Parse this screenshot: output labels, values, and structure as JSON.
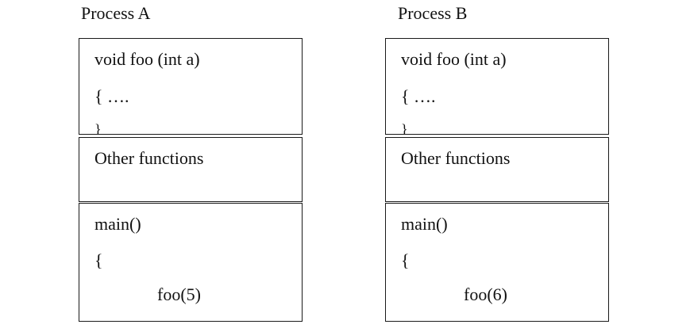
{
  "processes": [
    {
      "title": "Process A",
      "foo_signature": "void foo (int a)",
      "foo_open": "{ ….",
      "foo_close": "}",
      "other_label": "Other functions",
      "main_signature": "main()",
      "main_open": "{",
      "main_call": "foo(5)"
    },
    {
      "title": "Process B",
      "foo_signature": "void foo (int a)",
      "foo_open": "{ ….",
      "foo_close": "}",
      "other_label": "Other functions",
      "main_signature": "main()",
      "main_open": "{",
      "main_call": "foo(6)"
    }
  ]
}
